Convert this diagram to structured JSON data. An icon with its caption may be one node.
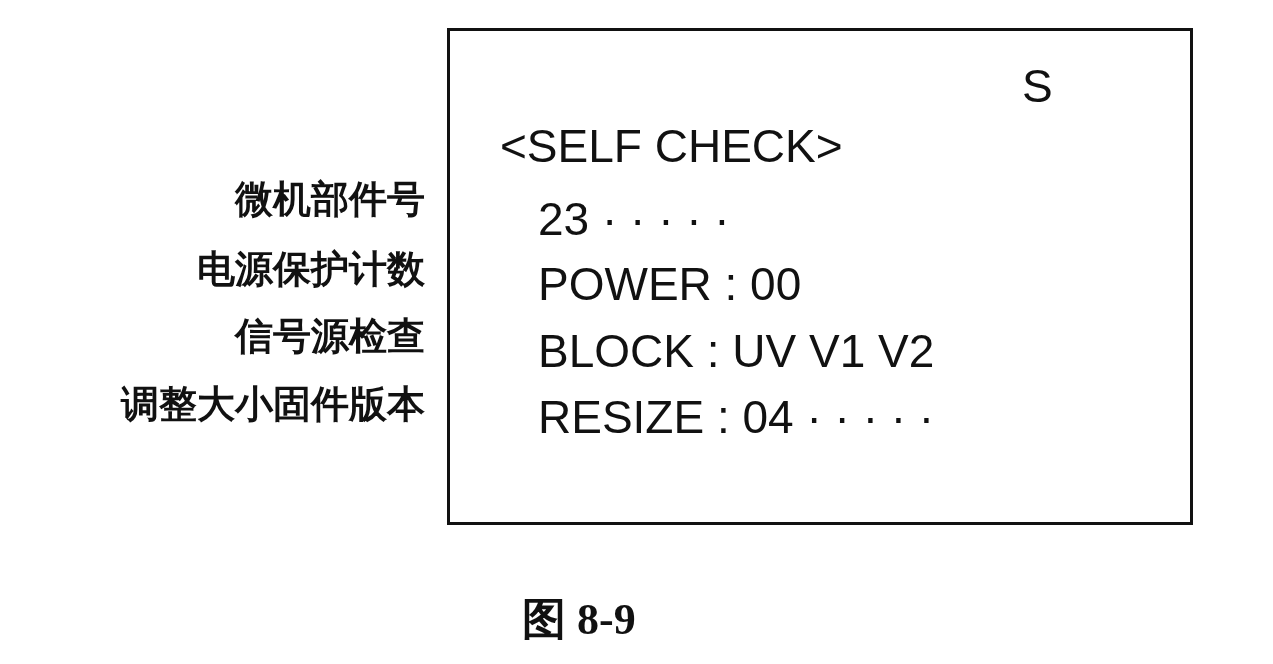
{
  "diagram": {
    "caption": "图 8-9",
    "nodes": [
      {
        "text": [
          "S",
          "<SELF CHECK>",
          "23 · · · · ·",
          "POWER : 00",
          "BLOCK : UV V1 V2",
          "RESIZE : 04 · · · · ·"
        ]
      }
    ],
    "labels": [
      "微机部件号",
      "电源保护计数",
      "信号源检查",
      "调整大小固件版本"
    ]
  }
}
